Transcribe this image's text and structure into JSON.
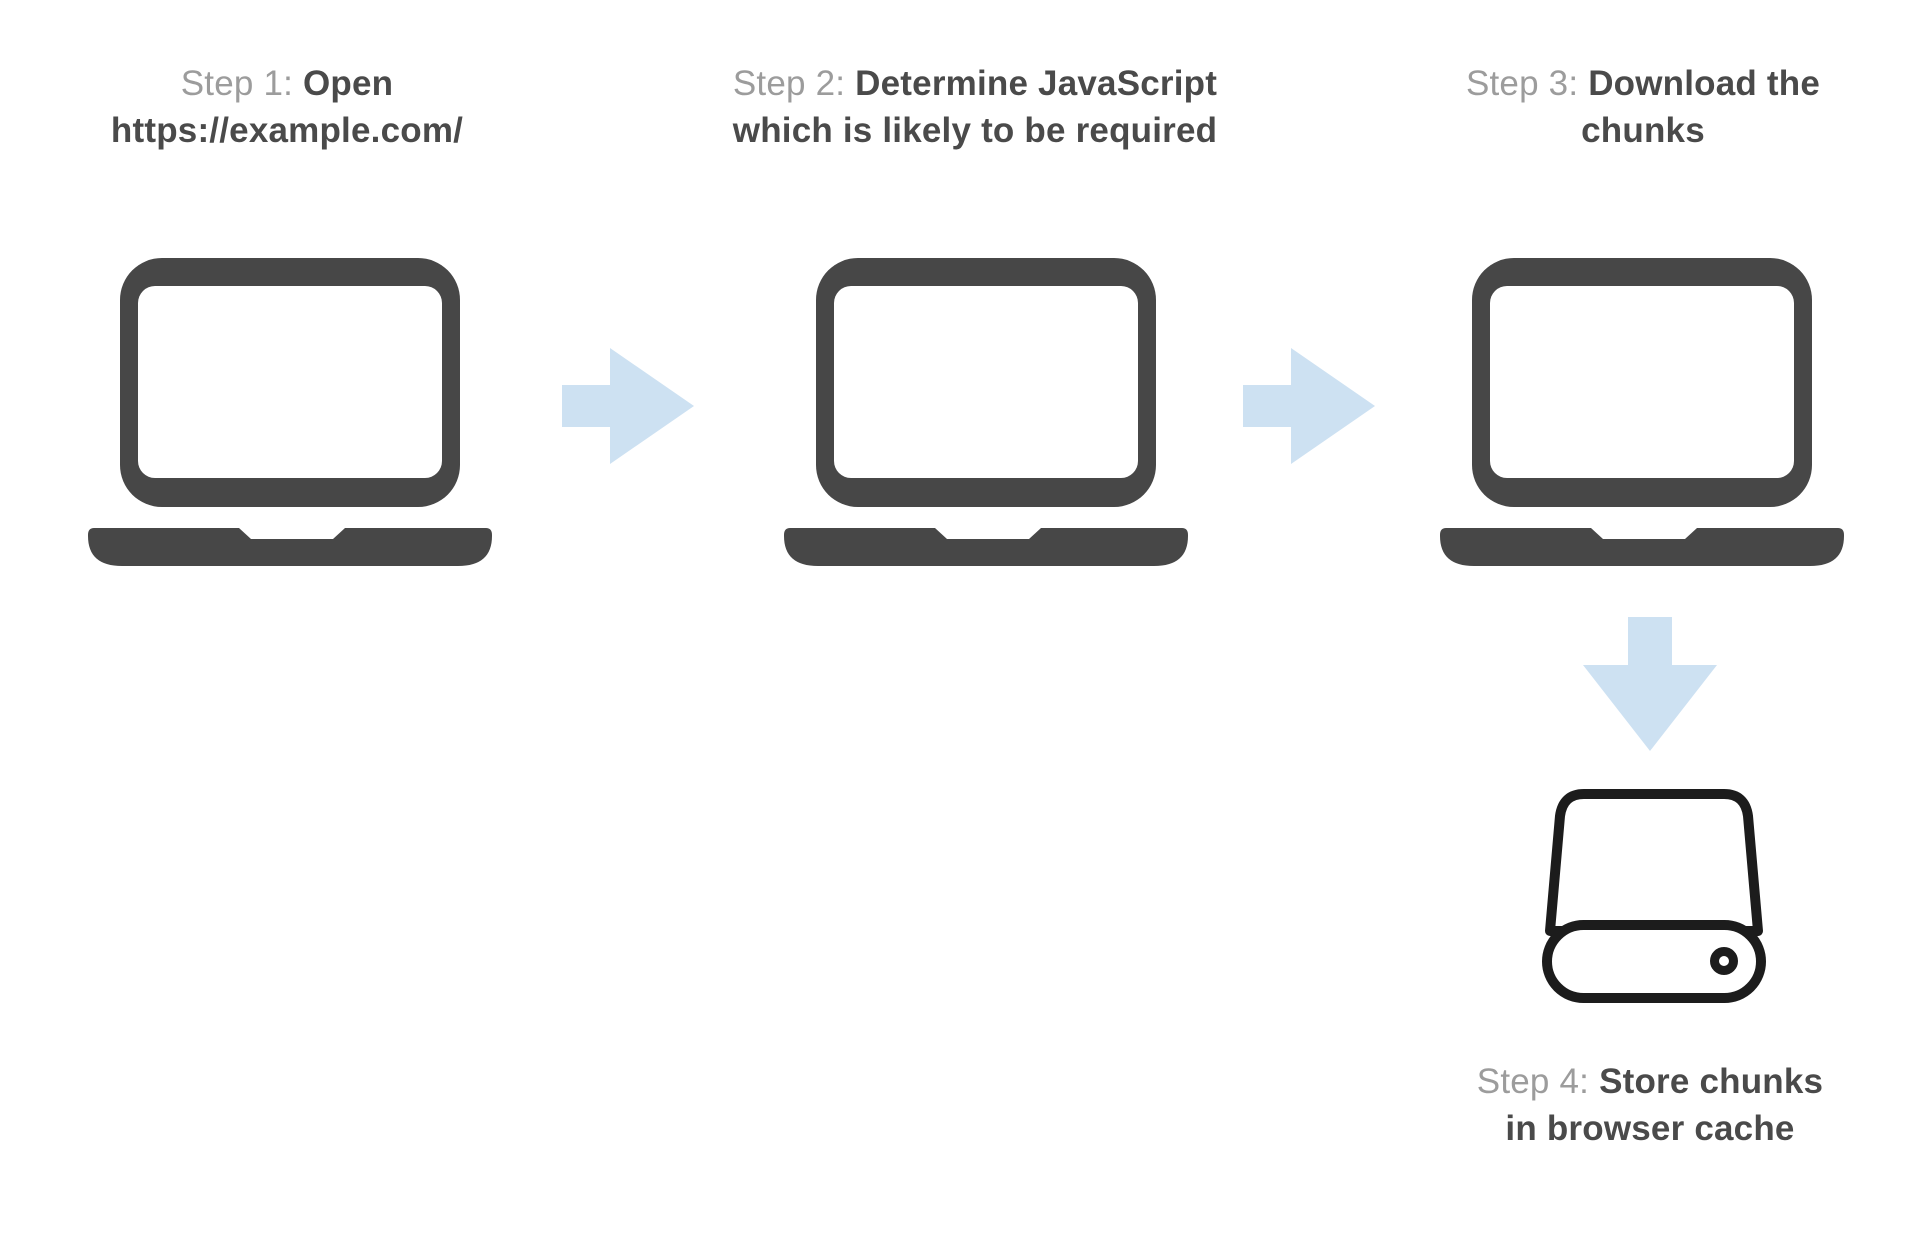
{
  "colors": {
    "background": "#ffffff",
    "laptop": "#474747",
    "arrow": "#cde1f2",
    "drive": "#1c1c1c",
    "step_label": "#9c9c9c",
    "step_text": "#4a4a4a"
  },
  "steps": [
    {
      "label": "Step 1:",
      "title_line1": "Open",
      "title_line2": "https://example.com/",
      "icon": "laptop"
    },
    {
      "label": "Step 2:",
      "title_line1": "Determine JavaScript",
      "title_line2": "which is likely to be required",
      "icon": "laptop"
    },
    {
      "label": "Step 3:",
      "title_line1": "Download the",
      "title_line2": "chunks",
      "icon": "laptop"
    },
    {
      "label": "Step 4:",
      "title_line1": "Store chunks",
      "title_line2": "in browser cache",
      "icon": "hard-drive"
    }
  ],
  "connectors": [
    {
      "from": "step-1",
      "to": "step-2",
      "direction": "right"
    },
    {
      "from": "step-2",
      "to": "step-3",
      "direction": "right"
    },
    {
      "from": "step-3",
      "to": "step-4",
      "direction": "down"
    }
  ]
}
